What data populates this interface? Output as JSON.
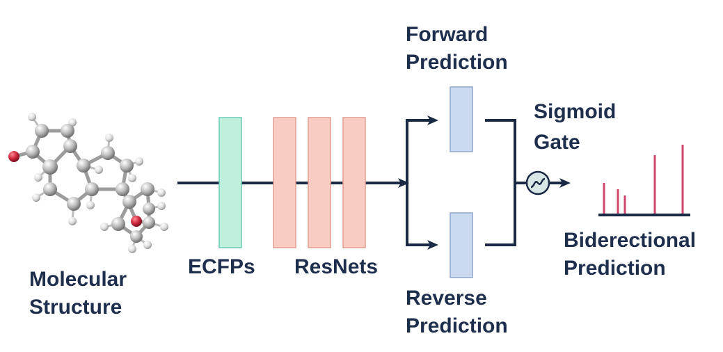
{
  "labels": {
    "molecular_structure": [
      "Molecular",
      "Structure"
    ],
    "ecfps": "ECFPs",
    "resnets": "ResNets",
    "forward_prediction": [
      "Forward",
      "Prediction"
    ],
    "reverse_prediction": [
      "Reverse",
      "Prediction"
    ],
    "sigmoid_gate": [
      "Sigmoid",
      "Gate"
    ],
    "bidirectional_prediction": [
      "Biderectional",
      "Prediction"
    ]
  },
  "icons": {
    "molecule": "steroid-ball-and-stick-molecule-icon",
    "gate": "sigmoid-gate-icon",
    "spectrum": "spectrum-peaks-icon"
  },
  "colors": {
    "line": "#1b2a44",
    "ecfp_block": "#bff0dc",
    "resnet_block": "#f8cbc3",
    "prediction_block": "#ccdaf1",
    "gate_fill": "#d9e6e6",
    "peaks": "#d1466c",
    "oxygen": "#c8283c",
    "carbon": "#9e9e9e",
    "text": "#1e2f4d"
  }
}
